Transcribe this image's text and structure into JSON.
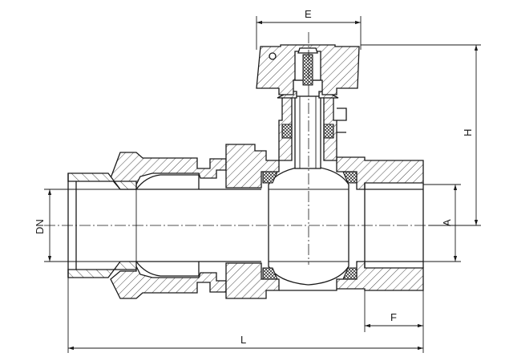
{
  "dimensions": {
    "E": "E",
    "H": "H",
    "DN": "DN",
    "A": "A",
    "F": "F",
    "L": "L"
  },
  "colors": {
    "line": "#1a1a1a",
    "background": "#ffffff"
  }
}
